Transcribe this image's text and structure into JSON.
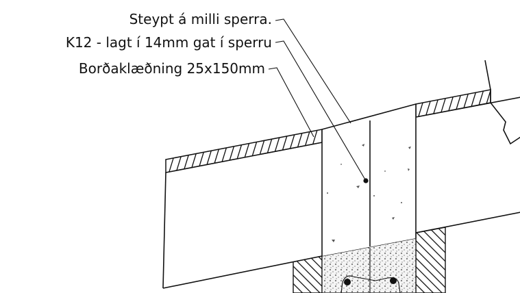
{
  "labels": {
    "label_1": "Steypt á milli sperra.",
    "label_2": "K12 - lagt í 14mm gat í sperru",
    "label_3": "Borðaklæðning 25x150mm"
  },
  "colors": {
    "line": "#111111",
    "background": "#ffffff"
  }
}
